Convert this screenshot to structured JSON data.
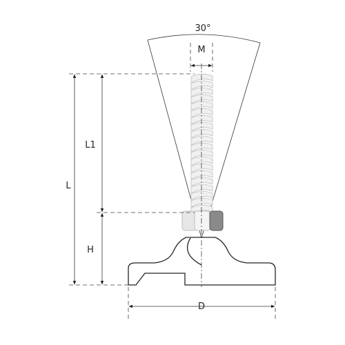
{
  "labels": {
    "angle": "30°",
    "thread": "M",
    "overall_length": "L",
    "thread_length": "L1",
    "height": "H",
    "diameter": "D"
  },
  "colors": {
    "line": "#222222",
    "thread_fill": "#f0f0f0",
    "thread_stroke": "#c8c8c8",
    "nut_light": "#e6e6e6",
    "nut_dark": "#8a8a8a"
  }
}
